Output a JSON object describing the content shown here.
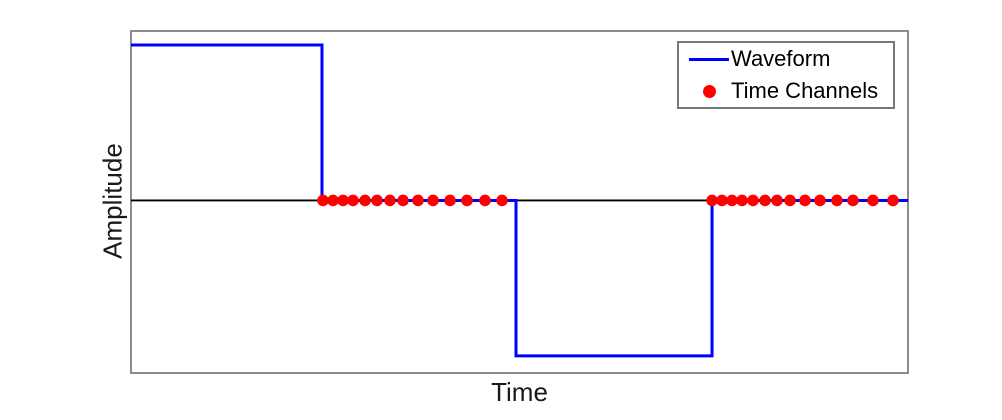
{
  "figure": {
    "background": "#ffffff"
  },
  "chart_data": {
    "type": "line",
    "title": "",
    "xlabel": "Time",
    "ylabel": "Amplitude",
    "x_range": [
      0,
      1
    ],
    "y_range": [
      -1.11,
      1.09
    ],
    "grid": false,
    "tick_labels": "none",
    "axes_box_color": "#8c8c8c",
    "baseline": {
      "y": 0,
      "color": "#000000",
      "width": 1.8
    },
    "series": [
      {
        "name": "Waveform",
        "type": "line",
        "color": "#0000ff",
        "line_width": 3,
        "x": [
          0,
          0.2458,
          0.2458,
          0.4955,
          0.4955,
          0.7478,
          0.7478,
          1
        ],
        "y": [
          1,
          1,
          0,
          0,
          -1,
          -1,
          0,
          0
        ]
      },
      {
        "name": "Time Channels",
        "type": "scatter",
        "color": "#ff0000",
        "marker_radius": 5.8,
        "x": [
          0.2471,
          0.26,
          0.2729,
          0.2857,
          0.3012,
          0.3166,
          0.3333,
          0.3501,
          0.3694,
          0.3887,
          0.4106,
          0.4324,
          0.4556,
          0.4775,
          0.7478,
          0.7606,
          0.7735,
          0.7864,
          0.8005,
          0.816,
          0.8314,
          0.8481,
          0.8674,
          0.8867,
          0.9086,
          0.9292,
          0.9549,
          0.9807
        ],
        "y": 0
      }
    ],
    "legend": {
      "position": "top-right",
      "border_color": "#777777",
      "entries": [
        {
          "label": "Waveform",
          "marker": "line",
          "color": "#0000ff"
        },
        {
          "label": "Time Channels",
          "marker": "dot",
          "color": "#ff0000"
        }
      ]
    }
  }
}
